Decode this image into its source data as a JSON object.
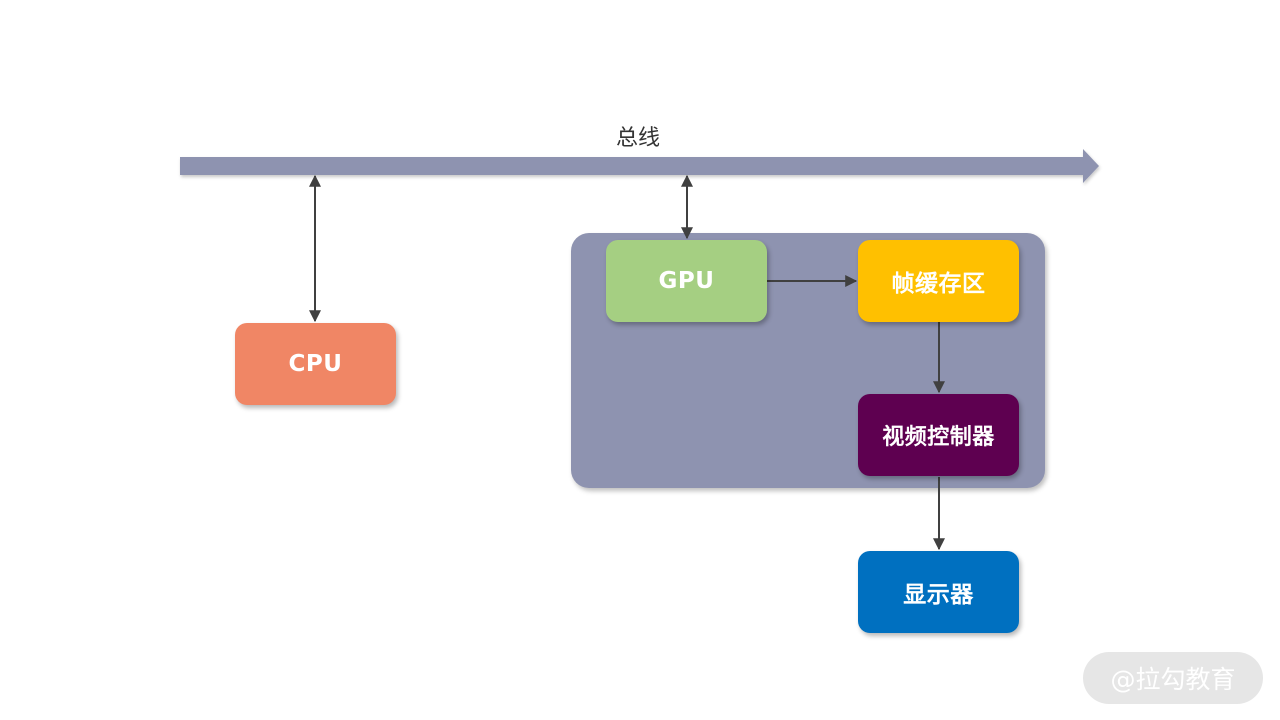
{
  "bus": {
    "label": "总线",
    "color": "#8E93B0"
  },
  "group": {
    "color": "#8E93B0"
  },
  "nodes": {
    "cpu": {
      "label": "CPU",
      "color": "#F08665"
    },
    "gpu": {
      "label": "GPU",
      "color": "#A5CF82"
    },
    "frame_buffer": {
      "label": "帧缓存区",
      "color": "#FFC000"
    },
    "video_controller": {
      "label": "视频控制器",
      "color": "#5E0050"
    },
    "display": {
      "label": "显示器",
      "color": "#0070C0"
    }
  },
  "connector_color": "#404040",
  "watermark": {
    "text": "@拉勾教育"
  }
}
